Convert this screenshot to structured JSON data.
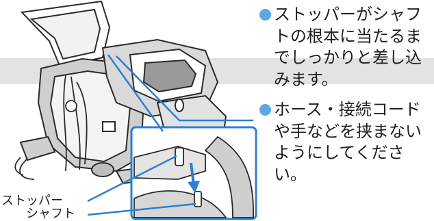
{
  "instructions": [
    {
      "text": "ストッパーがシャフトの根本に当たるまでしっかりと差し込みます。"
    },
    {
      "text": "ホース・接続コードや手などを挟まないようにしてください。"
    }
  ],
  "labels": {
    "stopper": "ストッパー",
    "shaft": "シャフト"
  },
  "colors": {
    "callout_blue": "#2b7fd4",
    "bullet_blue": "#5aa8e6",
    "line_art": "#2a2a2a",
    "shading": "#b9b9b9"
  }
}
